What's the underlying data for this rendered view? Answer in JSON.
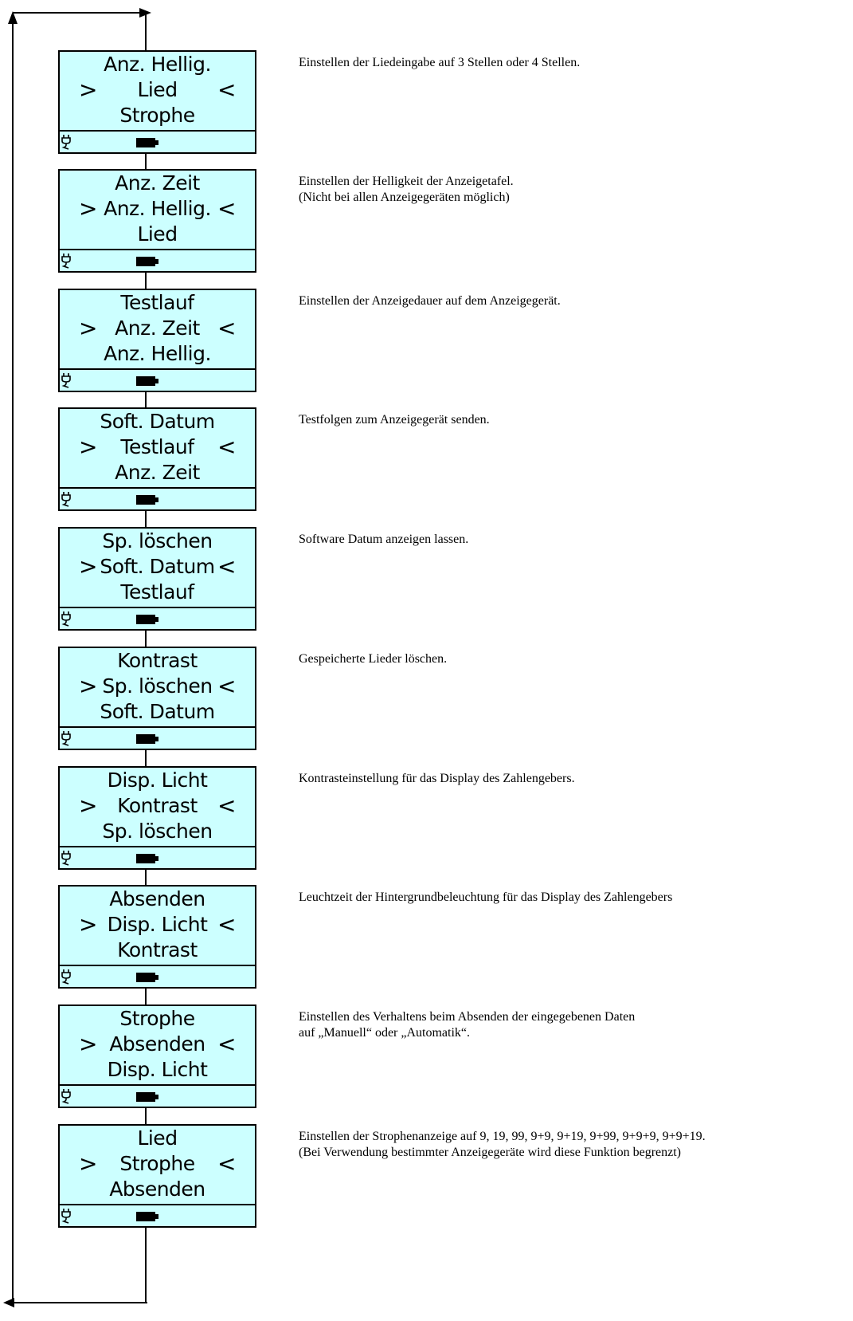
{
  "steps": [
    {
      "above": "Anz. Hellig.",
      "selected": "Lied",
      "below": "Strophe",
      "desc1": "Einstellen der Liedeingabe auf 3 Stellen oder 4 Stellen.",
      "desc2": ""
    },
    {
      "above": "Anz. Zeit",
      "selected": "Anz. Hellig.",
      "below": "Lied",
      "desc1": "Einstellen der Helligkeit der Anzeigetafel.",
      "desc2": "(Nicht bei allen Anzeigegeräten möglich)"
    },
    {
      "above": "Testlauf",
      "selected": "Anz. Zeit",
      "below": "Anz. Hellig.",
      "desc1": "Einstellen der Anzeigedauer auf dem Anzeigegerät.",
      "desc2": ""
    },
    {
      "above": "Soft. Datum",
      "selected": "Testlauf",
      "below": "Anz. Zeit",
      "desc1": "Testfolgen zum Anzeigegerät senden.",
      "desc2": ""
    },
    {
      "above": "Sp. löschen",
      "selected": "Soft. Datum",
      "below": "Testlauf",
      "desc1": "Software Datum anzeigen lassen.",
      "desc2": ""
    },
    {
      "above": "Kontrast",
      "selected": "Sp. löschen",
      "below": "Soft. Datum",
      "desc1": "Gespeicherte Lieder löschen.",
      "desc2": ""
    },
    {
      "above": "Disp. Licht",
      "selected": "Kontrast",
      "below": "Sp. löschen",
      "desc1": "Kontrasteinstellung für das Display des Zahlengebers.",
      "desc2": ""
    },
    {
      "above": "Absenden",
      "selected": "Disp. Licht",
      "below": "Kontrast",
      "desc1": "Leuchtzeit der Hintergrundbeleuchtung für das Display des Zahlengebers",
      "desc2": ""
    },
    {
      "above": "Strophe",
      "selected": "Absenden",
      "below": "Disp. Licht",
      "desc1": "Einstellen des Verhaltens beim Absenden der eingegebenen Daten",
      "desc2": "auf „Manuell“ oder „Automatik“."
    },
    {
      "above": "Lied",
      "selected": "Strophe",
      "below": "Absenden",
      "desc1": "Einstellen der Strophenanzeige auf  9, 19, 99, 9+9, 9+19, 9+99, 9+9+9, 9+9+19.",
      "desc2": "(Bei Verwendung bestimmter Anzeigegeräte wird diese Funktion begrenzt)"
    }
  ],
  "selector": {
    "left": ">",
    "right": "<"
  },
  "icons": {
    "status_left": "plug-icon",
    "status_mid": "battery-icon"
  },
  "colors": {
    "screen_background": "#ccffff",
    "line": "#000000"
  }
}
